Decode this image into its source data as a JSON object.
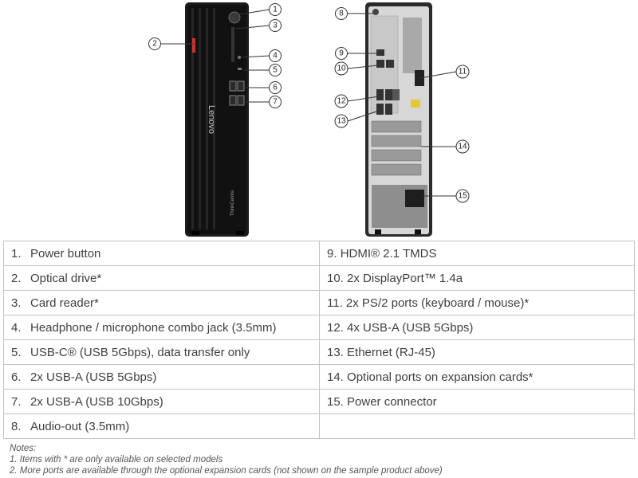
{
  "brand_front": "Lenovo",
  "brand_badge": "ThinkCentre",
  "callouts": [
    "1",
    "2",
    "3",
    "4",
    "5",
    "6",
    "7",
    "8",
    "9",
    "10",
    "11",
    "12",
    "13",
    "14",
    "15"
  ],
  "rows": [
    {
      "left": {
        "num": "1.",
        "text": "Power button"
      },
      "right": {
        "num": "9.",
        "text": "HDMI® 2.1 TMDS"
      }
    },
    {
      "left": {
        "num": "2.",
        "text": "Optical drive*"
      },
      "right": {
        "num": "10.",
        "text": "2x DisplayPort™ 1.4a"
      }
    },
    {
      "left": {
        "num": "3.",
        "text": "Card reader*"
      },
      "right": {
        "num": "11.",
        "text": "2x PS/2 ports (keyboard / mouse)*"
      }
    },
    {
      "left": {
        "num": "4.",
        "text": "Headphone / microphone combo jack (3.5mm)"
      },
      "right": {
        "num": "12.",
        "text": "4x USB-A (USB 5Gbps)"
      }
    },
    {
      "left": {
        "num": "5.",
        "text": "USB-C® (USB 5Gbps), data transfer only"
      },
      "right": {
        "num": "13.",
        "text": "Ethernet (RJ-45)"
      }
    },
    {
      "left": {
        "num": "6.",
        "text": "2x USB-A (USB 5Gbps)"
      },
      "right": {
        "num": "14.",
        "text": "Optional ports on expansion cards*"
      }
    },
    {
      "left": {
        "num": "7.",
        "text": "2x USB-A (USB 10Gbps)"
      },
      "right": {
        "num": "15.",
        "text": "Power connector"
      }
    },
    {
      "left": {
        "num": "8.",
        "text": "Audio-out (3.5mm)"
      },
      "right": {
        "num": "",
        "text": ""
      }
    }
  ],
  "notes": {
    "heading": "Notes:",
    "lines": [
      "1. Items with * are only available on selected models",
      "2. More ports are available through the optional expansion cards (not shown on the sample product above)"
    ]
  }
}
